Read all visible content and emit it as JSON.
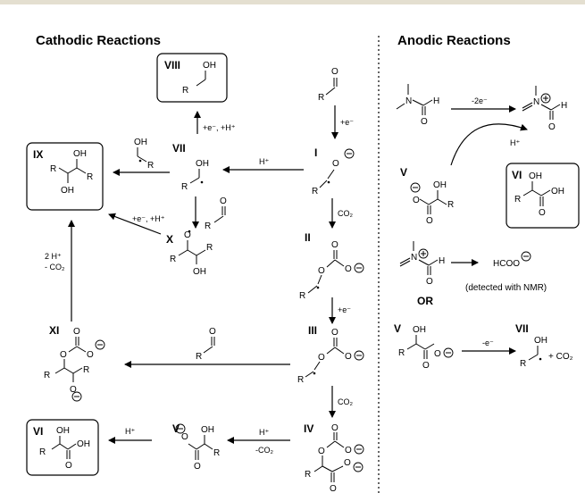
{
  "headings": {
    "cathodic": "Cathodic Reactions",
    "anodic": "Anodic Reactions"
  },
  "compounds": {
    "I": "I",
    "II": "II",
    "III": "III",
    "IV": "IV",
    "V": "V",
    "VI": "VI",
    "VII": "VII",
    "VIII": "VIII",
    "IX": "IX",
    "X": "X",
    "XI": "XI",
    "V_anode": "V",
    "VI_anode": "VI",
    "V_anode2": "V",
    "VII_anode": "VII"
  },
  "atoms": {
    "O": "O",
    "OH": "OH",
    "R": "R",
    "H": "H",
    "N": "N"
  },
  "conditions": {
    "e_minus": "+e⁻",
    "co2": "CO₂",
    "h_plus": "H⁺",
    "e_h_plus": "+e⁻, +H⁺",
    "two_h_plus": "2 H⁺",
    "minus_co2": "- CO₂",
    "minus_co2_b": "-CO₂",
    "minus_2e": "-2e⁻",
    "minus_e": "-e⁻"
  },
  "anodic_text": {
    "hcoo": "HCOO",
    "detected": "(detected with NMR)",
    "or": "OR",
    "plus_co2": "+ CO₂"
  }
}
